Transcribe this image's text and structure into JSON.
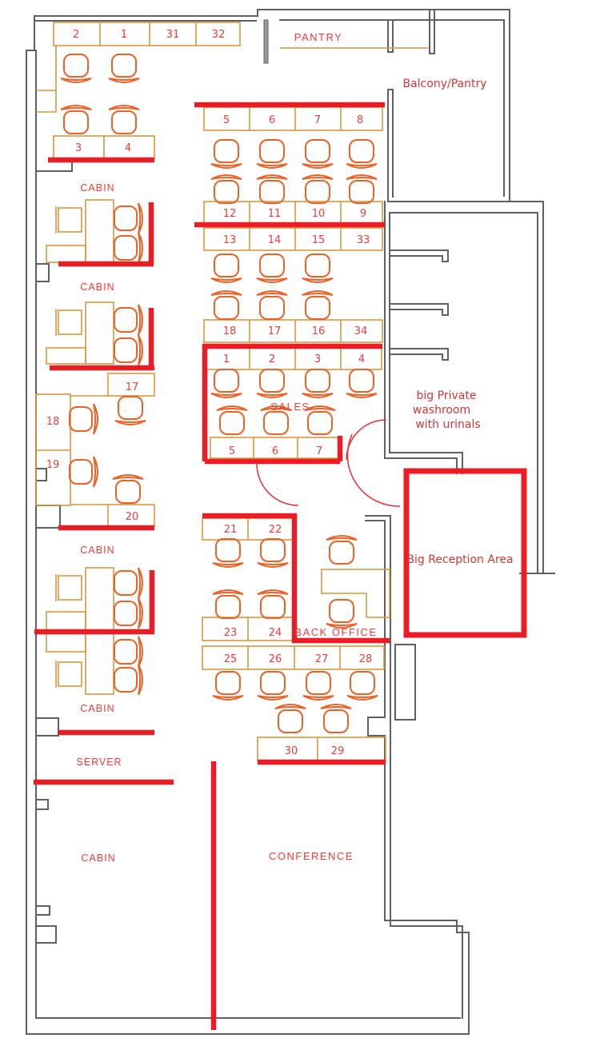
{
  "document": {
    "type": "office-floor-plan"
  },
  "colors": {
    "wall_gray": "#606060",
    "wall_red": "#ec1c24",
    "furniture_orange": "#d6973f",
    "chair_orange": "#e96228",
    "text_red": "#ea3d38",
    "annotation_red": "#d23635"
  },
  "rooms": {
    "pantry": "PANTRY",
    "balcony": "Balcony/Pantry",
    "cabin1": "CABIN",
    "cabin2": "CABIN",
    "cabin3": "CABIN",
    "cabin4": "CABIN",
    "cabin5": "CABIN",
    "sales": "SALES",
    "back_office": "BACK OFFICE",
    "server": "SERVER",
    "conference": "CONFERENCE",
    "reception": "Big Reception Area",
    "washroom_line1": "big Private",
    "washroom_line2": "washroom",
    "washroom_line3": "with urinals"
  },
  "desks": {
    "top_row": [
      "2",
      "1",
      "31",
      "32"
    ],
    "side_pair": [
      "3",
      "4"
    ],
    "row_a": [
      "5",
      "6",
      "7",
      "8"
    ],
    "row_b": [
      "12",
      "11",
      "10",
      "9"
    ],
    "row_c": [
      "13",
      "14",
      "15",
      "33"
    ],
    "row_d": [
      "18",
      "17",
      "16",
      "34"
    ],
    "sales_top": [
      "1",
      "2",
      "3",
      "4"
    ],
    "sales_bottom": [
      "5",
      "6",
      "7"
    ],
    "left_cluster": [
      "17",
      "18",
      "19",
      "20"
    ],
    "mid_top": [
      "21",
      "22"
    ],
    "mid_pair": [
      "23",
      "24"
    ],
    "mid_row": [
      "25",
      "26",
      "27",
      "28"
    ],
    "bottom_pair": [
      "30",
      "29"
    ]
  }
}
